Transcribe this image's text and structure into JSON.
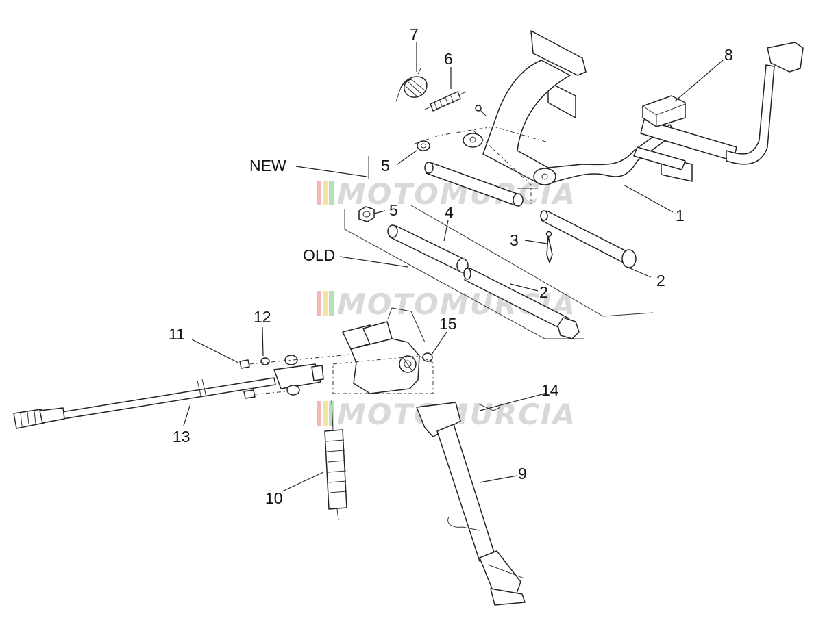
{
  "callouts": {
    "p1": "1",
    "p2a": "2",
    "p2b": "2",
    "p3": "3",
    "p4": "4",
    "p5a": "5",
    "p5b": "5",
    "p6": "6",
    "p7": "7",
    "p8": "8",
    "p9": "9",
    "p10": "10",
    "p11": "11",
    "p12": "12",
    "p13": "13",
    "p14": "14",
    "p15": "15"
  },
  "notes": {
    "new": "NEW",
    "old": "OLD"
  },
  "watermark": {
    "text": "MOTOMURCIA",
    "stripe_colors": [
      "#f2b8b8",
      "#f5e3a3",
      "#b8e0b8"
    ]
  }
}
